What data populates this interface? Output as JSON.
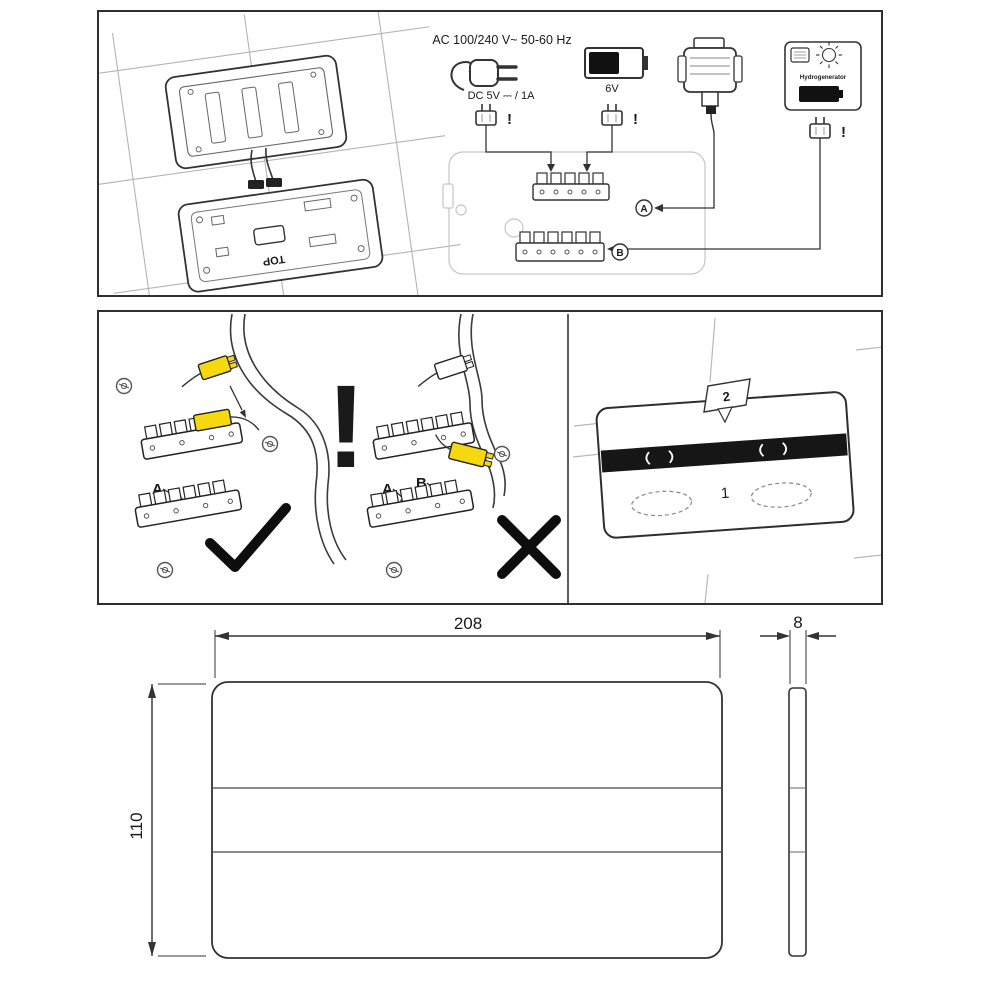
{
  "panel_install": {
    "plate_back": {
      "top_label": "TOP"
    },
    "power_options": {
      "ac_label": "AC 100/240 V~ 50-60 Hz",
      "dc_label": "DC 5V ⎓ / 1A",
      "battery_voltage": "6V",
      "hydrogenerator_label": "Hydrogenerator",
      "warning_mark": "!"
    },
    "connections": {
      "a": "A",
      "b": "B"
    }
  },
  "panel_wiring": {
    "warning_mark": "!",
    "labels": {
      "a": "A",
      "b": "B"
    },
    "mounting": {
      "step_1": "1",
      "step_2": "2"
    }
  },
  "dimensions": {
    "width_mm": "208",
    "height_mm": "110",
    "depth_mm": "8"
  },
  "colors": {
    "connector_yellow": "#f6d80e",
    "line_dark": "#333333"
  }
}
